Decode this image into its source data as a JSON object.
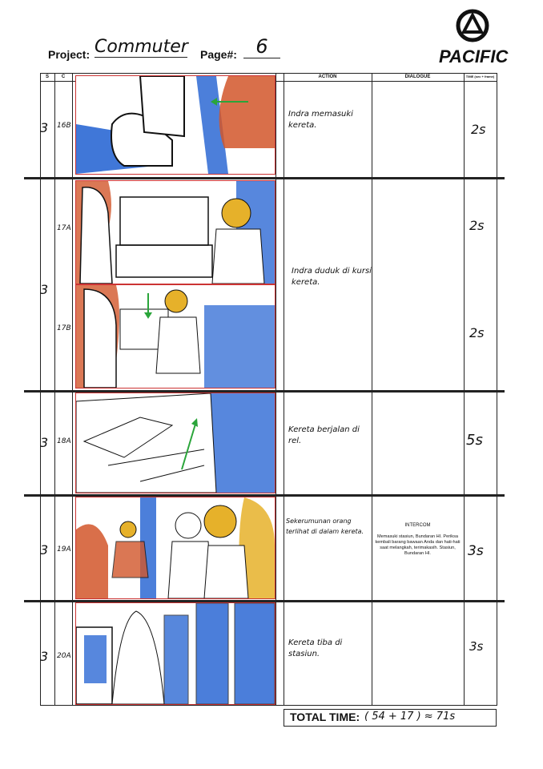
{
  "header": {
    "project_label": "Project:",
    "project_value": "Commuter",
    "page_label": "Page#:",
    "page_value": "6",
    "logo_text": "PACIFIC"
  },
  "columns": {
    "s": "S",
    "c": "C",
    "action": "ACTION",
    "dialogue": "DIALOGUE",
    "time": "TIME (sec + frame)"
  },
  "rows": [
    {
      "s": "3",
      "shots": [
        {
          "c": "16B",
          "time": "2s"
        }
      ],
      "action": "Indra memasuki kereta.",
      "dialogue_title": "",
      "dialogue": ""
    },
    {
      "s": "3",
      "shots": [
        {
          "c": "17A",
          "time": "2s"
        },
        {
          "c": "17B",
          "time": "2s"
        }
      ],
      "action": "Indra duduk di kursi kereta.",
      "dialogue_title": "",
      "dialogue": ""
    },
    {
      "s": "3",
      "shots": [
        {
          "c": "18A",
          "time": "5s"
        }
      ],
      "action": "Kereta berjalan di rel.",
      "dialogue_title": "",
      "dialogue": ""
    },
    {
      "s": "3",
      "shots": [
        {
          "c": "19A",
          "time": "3s"
        }
      ],
      "action": "Sekerumunan orang terlihat di dalam kereta.",
      "dialogue_title": "INTERCOM",
      "dialogue": "Memasuki stasiun, Bundaran HI. Periksa kembali barang bawaan Anda dan hati-hati saat melangkah, terimakasih. Stasiun, Bundaran HI."
    },
    {
      "s": "3",
      "shots": [
        {
          "c": "20A",
          "time": "3s"
        }
      ],
      "action": "Kereta tiba di stasiun.",
      "dialogue_title": "",
      "dialogue": ""
    }
  ],
  "total": {
    "label": "TOTAL TIME:",
    "value": "( 54 + 17 ) ≈ 71s"
  },
  "colors": {
    "frame_red": "#c83a3a",
    "blue": "#1f5fd1",
    "orange": "#d2562a",
    "yellow": "#e6b12a",
    "green": "#2aa53a"
  }
}
